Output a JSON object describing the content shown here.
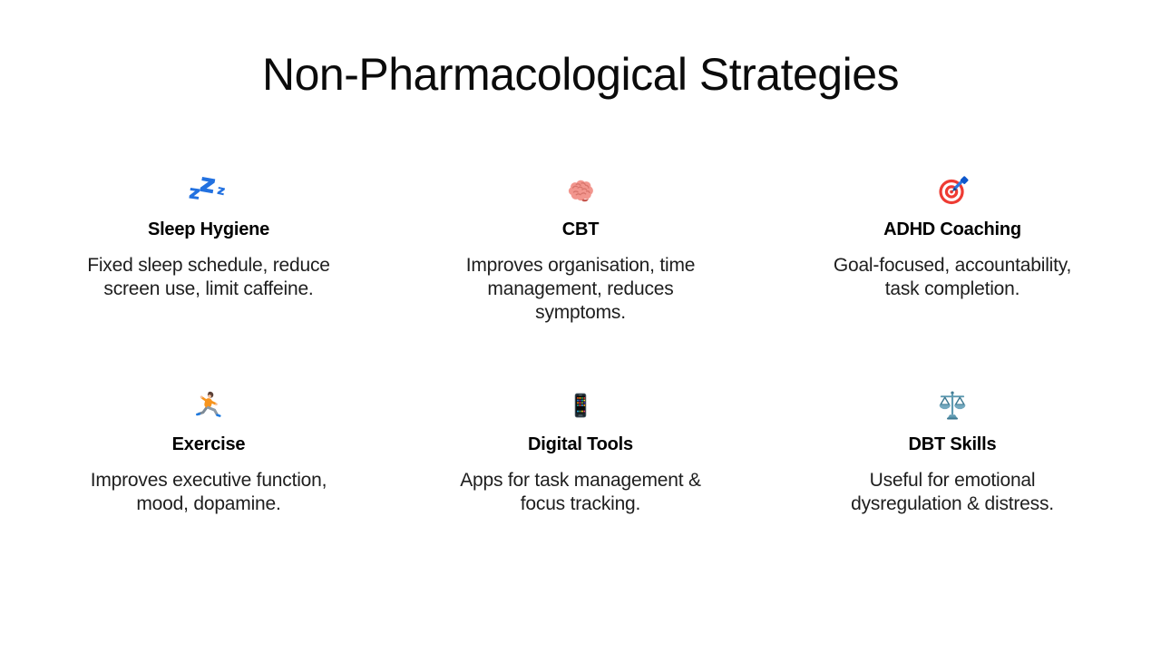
{
  "page": {
    "background_color": "#ffffff",
    "title_color": "#0b0b0b",
    "heading_color": "#000000",
    "body_text_color": "#1e1e1e"
  },
  "title": "Non-Pharmacological Strategies",
  "cards": [
    {
      "icon": "sleep-zzz-icon",
      "icon_color": "#2271e0",
      "title": "Sleep Hygiene",
      "description": "Fixed sleep schedule, reduce\nscreen use, limit caffeine."
    },
    {
      "icon": "brain-icon",
      "icon_color": "#f2968e",
      "title": "CBT",
      "description": "Improves organisation, time\nmanagement, reduces\nsymptoms."
    },
    {
      "icon": "dart-target-icon",
      "icon_color": "#ee3b33",
      "title": "ADHD Coaching",
      "description": "Goal-focused, accountability,\ntask completion."
    },
    {
      "icon": "runner-icon",
      "icon_color": "#f7941d",
      "title": "Exercise",
      "description": "Improves executive function,\nmood, dopamine."
    },
    {
      "icon": "mobile-phone-icon",
      "icon_color": "#4a5b66",
      "title": "Digital Tools",
      "description": "Apps for task management &\nfocus tracking."
    },
    {
      "icon": "balance-scale-icon",
      "icon_color": "#5f9ab1",
      "title": "DBT Skills",
      "description": "Useful for emotional\ndysregulation & distress."
    }
  ]
}
